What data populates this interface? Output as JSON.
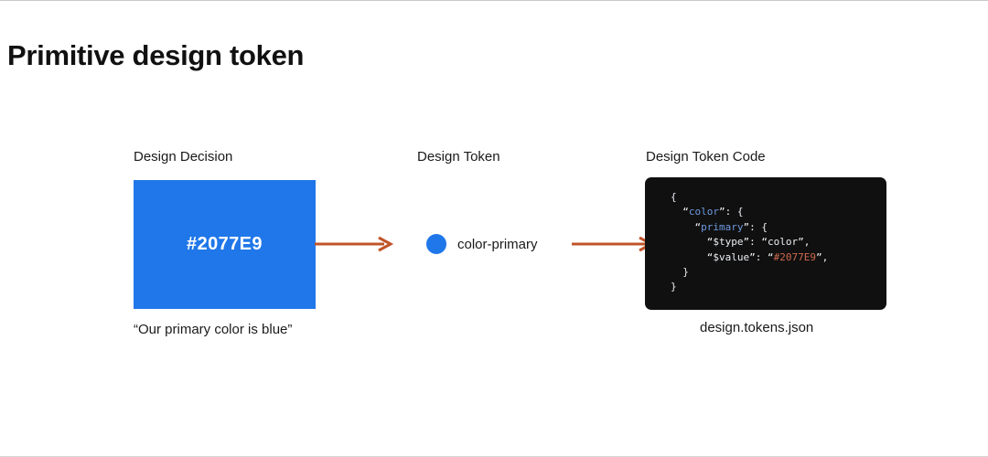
{
  "page": {
    "title": "Primitive design token",
    "background": "#ffffff"
  },
  "colors": {
    "primary_blue": "#2077E9",
    "arrow": "#C1542A",
    "code_background": "#101010",
    "code_key": "#6F9AE0",
    "code_string": "#ECEFF4",
    "code_hex": "#CF6A4C"
  },
  "stages": {
    "decision": {
      "label": "Design Decision",
      "swatch_hex": "#2077E9",
      "caption": "“Our primary color is blue”"
    },
    "token": {
      "label": "Design Token",
      "dot_color": "#2077E9",
      "name": "color-primary"
    },
    "code": {
      "label": "Design Token Code",
      "filename": "design.tokens.json",
      "lines": [
        {
          "indent": 0,
          "segments": [
            {
              "text": "{",
              "style": "plain"
            }
          ]
        },
        {
          "indent": 1,
          "segments": [
            {
              "text": "“",
              "style": "plain"
            },
            {
              "text": "color",
              "style": "key"
            },
            {
              "text": "”: {",
              "style": "plain"
            }
          ]
        },
        {
          "indent": 2,
          "segments": [
            {
              "text": "“",
              "style": "plain"
            },
            {
              "text": "primary",
              "style": "key"
            },
            {
              "text": "”: {",
              "style": "plain"
            }
          ]
        },
        {
          "indent": 3,
          "segments": [
            {
              "text": "“$type”: “color”,",
              "style": "plain"
            }
          ]
        },
        {
          "indent": 3,
          "segments": [
            {
              "text": "“$value”: “",
              "style": "plain"
            },
            {
              "text": "#2077E9",
              "style": "hex"
            },
            {
              "text": "”,",
              "style": "plain"
            }
          ]
        },
        {
          "indent": 1,
          "segments": [
            {
              "text": "}",
              "style": "plain"
            }
          ]
        },
        {
          "indent": 0,
          "segments": [
            {
              "text": "}",
              "style": "plain"
            }
          ]
        }
      ]
    }
  },
  "arrows": [
    {
      "name": "arrow-decision-to-token"
    },
    {
      "name": "arrow-token-to-code"
    }
  ]
}
